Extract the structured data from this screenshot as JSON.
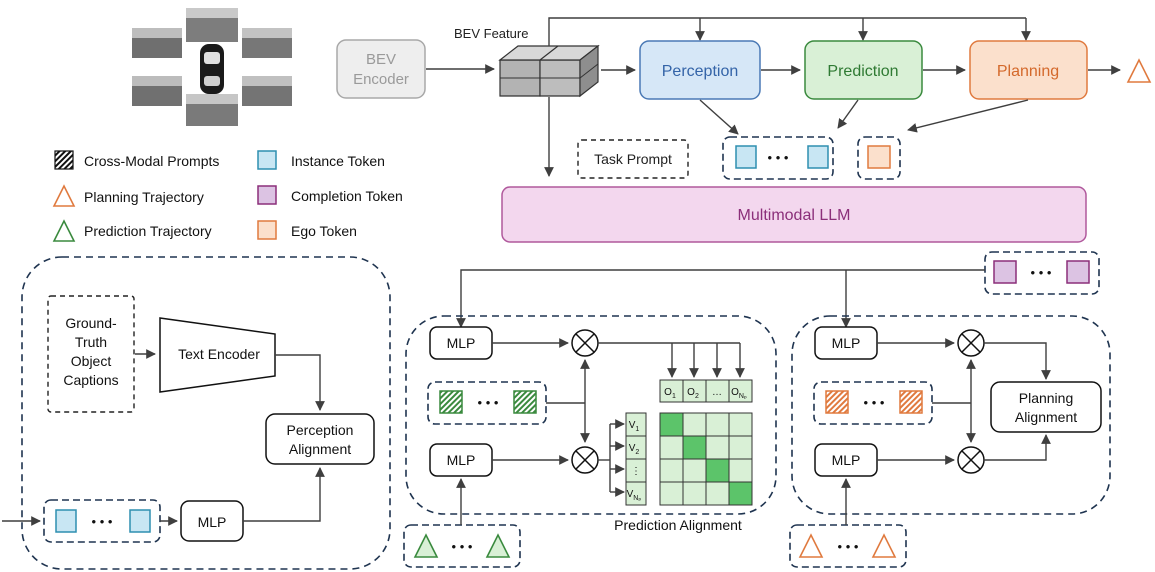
{
  "pipeline": {
    "bev_encoder": [
      "BEV",
      "Encoder"
    ],
    "bev_feature": "BEV Feature",
    "perception": "Perception",
    "prediction": "Prediction",
    "planning": "Planning",
    "task_prompt": "Task Prompt",
    "llm": "Multimodal LLM"
  },
  "legend": {
    "cross_modal": "Cross-Modal Prompts",
    "planning_traj": "Planning Trajectory",
    "prediction_traj": "Prediction Trajectory",
    "instance_token": "Instance Token",
    "completion_token": "Completion Token",
    "ego_token": "Ego Token"
  },
  "perception_panel": {
    "captions": [
      "Ground-",
      "Truth",
      "Object",
      "Captions"
    ],
    "text_encoder": "Text Encoder",
    "mlp": "MLP",
    "alignment": [
      "Perception",
      "Alignment"
    ]
  },
  "prediction_panel": {
    "mlp_top": "MLP",
    "mlp_bottom": "MLP",
    "caption": "Prediction Alignment",
    "o_labels": [
      "O",
      "O",
      "…",
      "O"
    ],
    "o_subs": [
      "1",
      "2",
      "",
      "Nₚ"
    ],
    "v_labels": [
      "V",
      "V",
      "⋮",
      "V"
    ],
    "v_subs": [
      "1",
      "2",
      "",
      "Nₚ"
    ]
  },
  "planning_panel": {
    "mlp_top": "MLP",
    "mlp_bottom": "MLP",
    "alignment": [
      "Planning",
      "Alignment"
    ]
  },
  "ellipsis": "• • •",
  "colors": {
    "instance": "#2e8fb0",
    "instance_fill": "#c8e6f3",
    "completion": "#8b2f7a",
    "completion_fill": "#dcc3e3",
    "ego": "#e07a3f",
    "ego_fill": "#fbe0cc",
    "prediction": "#3a8a3e",
    "prediction_fill": "#d9f0d6",
    "perception_fill": "#d6e7f7",
    "perception_stroke": "#4a79b5",
    "llm_fill": "#f3d7ee",
    "llm_stroke": "#b0589c",
    "panel_stroke": "#1f3450",
    "arrow": "#3f3f3f"
  },
  "icons": [
    "camera-view-icon",
    "car-icon",
    "bev-cube-icon",
    "cross-product-icon",
    "hatched-square-icon",
    "triangle-icon"
  ]
}
